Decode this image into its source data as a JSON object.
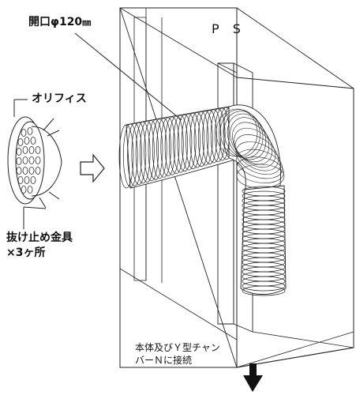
{
  "labels": {
    "opening": "開口φ120",
    "opening_unit": "㎜",
    "ps": "P S",
    "orifice": "オリフィス",
    "retainer_line1": "抜け止め金具",
    "retainer_line2": "×3ヶ所",
    "connect_line1": "本体及びＹ型チャン",
    "connect_line2": "バーＮに接続"
  },
  "icons": {
    "insert_arrow": "hollow-right-arrow-icon",
    "down_arrow": "down-arrow-icon"
  },
  "colors": {
    "line": "#222222",
    "background": "#ffffff"
  }
}
